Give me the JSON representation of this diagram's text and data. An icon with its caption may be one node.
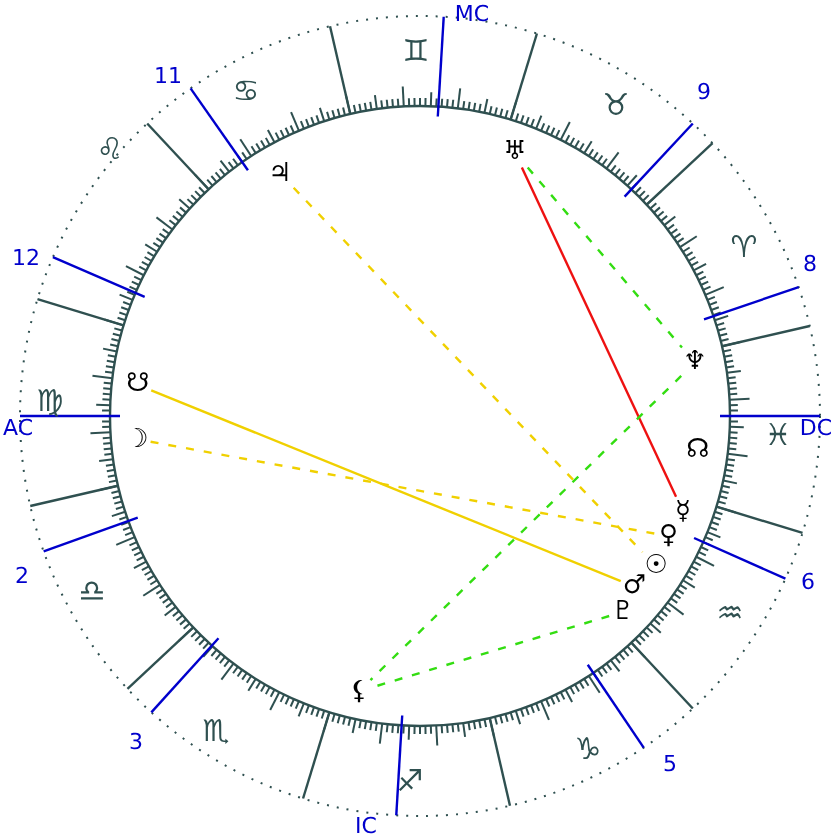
{
  "diagram": {
    "nodes": [
      {
        "text": [
          "♅"
        ]
      },
      {
        "text": [
          "♃"
        ]
      },
      {
        "text": [
          "☋"
        ]
      },
      {
        "text": [
          "♆"
        ]
      },
      {
        "text": [
          "☊"
        ]
      },
      {
        "text": [
          "☽"
        ]
      },
      {
        "text": [
          "☿"
        ]
      },
      {
        "text": [
          "♀"
        ]
      },
      {
        "text": [
          "☉"
        ]
      },
      {
        "text": [
          "♂"
        ]
      },
      {
        "text": [
          "♇"
        ]
      },
      {
        "text": [
          "⚸"
        ]
      }
    ],
    "edges": [
      {
        "from": 0,
        "to": 6,
        "arrow": "none",
        "color": "#ee1111"
      },
      {
        "from": 1,
        "to": 8,
        "arrow": "none",
        "style": "dashed",
        "color": "#f0d000"
      },
      {
        "from": 5,
        "to": 7,
        "arrow": "none",
        "style": "dashed",
        "color": "#f0d000"
      },
      {
        "from": 2,
        "to": 9,
        "arrow": "none",
        "color": "#f0d000"
      },
      {
        "from": 0,
        "to": 3,
        "arrow": "none",
        "style": "dashed",
        "color": "#33dd11"
      },
      {
        "from": 3,
        "to": 11,
        "arrow": "none",
        "style": "dashed",
        "color": "#33dd11"
      },
      {
        "from": 10,
        "to": 11,
        "arrow": "none",
        "style": "dashed",
        "color": "#33dd11"
      }
    ],
    "labels": [
      "MC",
      "♊",
      "11",
      "♋",
      "♉",
      "9",
      "♌",
      "♈",
      "12",
      "8",
      "♍",
      "AC",
      "DC",
      "♓",
      "2",
      "♎",
      "6",
      "♒",
      "3",
      "♏",
      "♑",
      "♐",
      "5",
      "IC"
    ]
  }
}
